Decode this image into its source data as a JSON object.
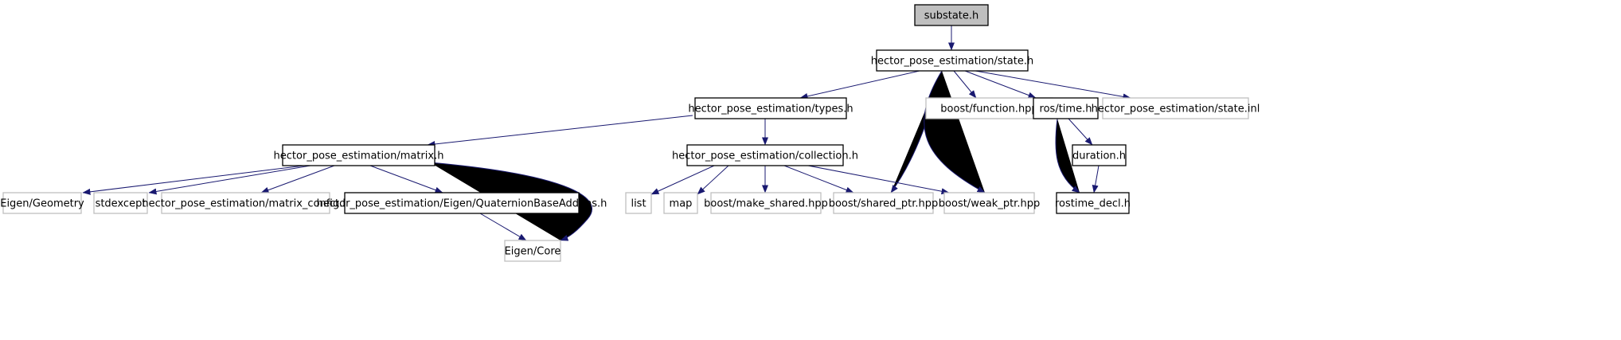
{
  "colors": {
    "edge": "#191970",
    "documented_border": "#000000",
    "undocumented_border": "#bfbfbf",
    "root_fill": "#bfbfbf",
    "fill": "#ffffff"
  },
  "nodes": [
    {
      "id": "substate",
      "label": "substate.h",
      "kind": "root"
    },
    {
      "id": "state",
      "label": "hector_pose_estimation/state.h",
      "kind": "documented"
    },
    {
      "id": "types",
      "label": "hector_pose_estimation/types.h",
      "kind": "documented"
    },
    {
      "id": "function",
      "label": "boost/function.hpp",
      "kind": "undocumented"
    },
    {
      "id": "rostime",
      "label": "ros/time.h",
      "kind": "documented"
    },
    {
      "id": "stateinl",
      "label": "hector_pose_estimation/state.inl",
      "kind": "undocumented"
    },
    {
      "id": "matrix",
      "label": "hector_pose_estimation/matrix.h",
      "kind": "documented"
    },
    {
      "id": "collection",
      "label": "hector_pose_estimation/collection.h",
      "kind": "documented"
    },
    {
      "id": "duration",
      "label": "duration.h",
      "kind": "documented"
    },
    {
      "id": "geometry",
      "label": "Eigen/Geometry",
      "kind": "undocumented"
    },
    {
      "id": "stdexcept",
      "label": "stdexcept",
      "kind": "undocumented"
    },
    {
      "id": "matrixconfig",
      "label": "hector_pose_estimation/matrix_config.h",
      "kind": "undocumented"
    },
    {
      "id": "quat",
      "label": "hector_pose_estimation/Eigen/QuaternionBaseAddons.h",
      "kind": "documented"
    },
    {
      "id": "list",
      "label": "list",
      "kind": "undocumented"
    },
    {
      "id": "map",
      "label": "map",
      "kind": "undocumented"
    },
    {
      "id": "makeshared",
      "label": "boost/make_shared.hpp",
      "kind": "undocumented"
    },
    {
      "id": "sharedptr",
      "label": "boost/shared_ptr.hpp",
      "kind": "undocumented"
    },
    {
      "id": "weakptr",
      "label": "boost/weak_ptr.hpp",
      "kind": "undocumented"
    },
    {
      "id": "rostimedecl",
      "label": "rostime_decl.h",
      "kind": "documented"
    },
    {
      "id": "eigencore",
      "label": "Eigen/Core",
      "kind": "undocumented"
    }
  ],
  "edges": [
    {
      "from": "substate",
      "to": "state"
    },
    {
      "from": "state",
      "to": "types"
    },
    {
      "from": "state",
      "to": "function"
    },
    {
      "from": "state",
      "to": "rostime"
    },
    {
      "from": "state",
      "to": "stateinl"
    },
    {
      "from": "state",
      "to": "sharedptr"
    },
    {
      "from": "state",
      "to": "weakptr"
    },
    {
      "from": "types",
      "to": "matrix"
    },
    {
      "from": "types",
      "to": "collection"
    },
    {
      "from": "matrix",
      "to": "geometry"
    },
    {
      "from": "matrix",
      "to": "stdexcept"
    },
    {
      "from": "matrix",
      "to": "matrixconfig"
    },
    {
      "from": "matrix",
      "to": "quat"
    },
    {
      "from": "matrix",
      "to": "eigencore"
    },
    {
      "from": "quat",
      "to": "eigencore"
    },
    {
      "from": "collection",
      "to": "list"
    },
    {
      "from": "collection",
      "to": "map"
    },
    {
      "from": "collection",
      "to": "makeshared"
    },
    {
      "from": "collection",
      "to": "sharedptr"
    },
    {
      "from": "collection",
      "to": "weakptr"
    },
    {
      "from": "rostime",
      "to": "duration"
    },
    {
      "from": "rostime",
      "to": "rostimedecl"
    },
    {
      "from": "duration",
      "to": "rostimedecl"
    }
  ]
}
